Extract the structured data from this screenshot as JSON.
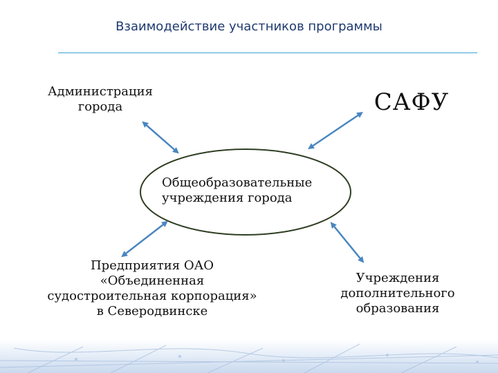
{
  "title": "Взаимодействие участников программы",
  "nodes": {
    "admin": [
      "Администрация",
      "города"
    ],
    "safu": "САФУ",
    "center": [
      "Общеобразовательные",
      "учреждения города"
    ],
    "enterprise": [
      "Предприятия ОАО",
      "«Объединенная",
      "судостроительная корпорация»",
      "в Северодвинске"
    ],
    "additional": [
      "Учреждения",
      "дополнительного",
      "образования"
    ]
  },
  "colors": {
    "title": "#1f3a70",
    "rule": "#3aa0d8",
    "arrow": "#4a86c0",
    "ellipse_stroke": "#2f3e22"
  }
}
